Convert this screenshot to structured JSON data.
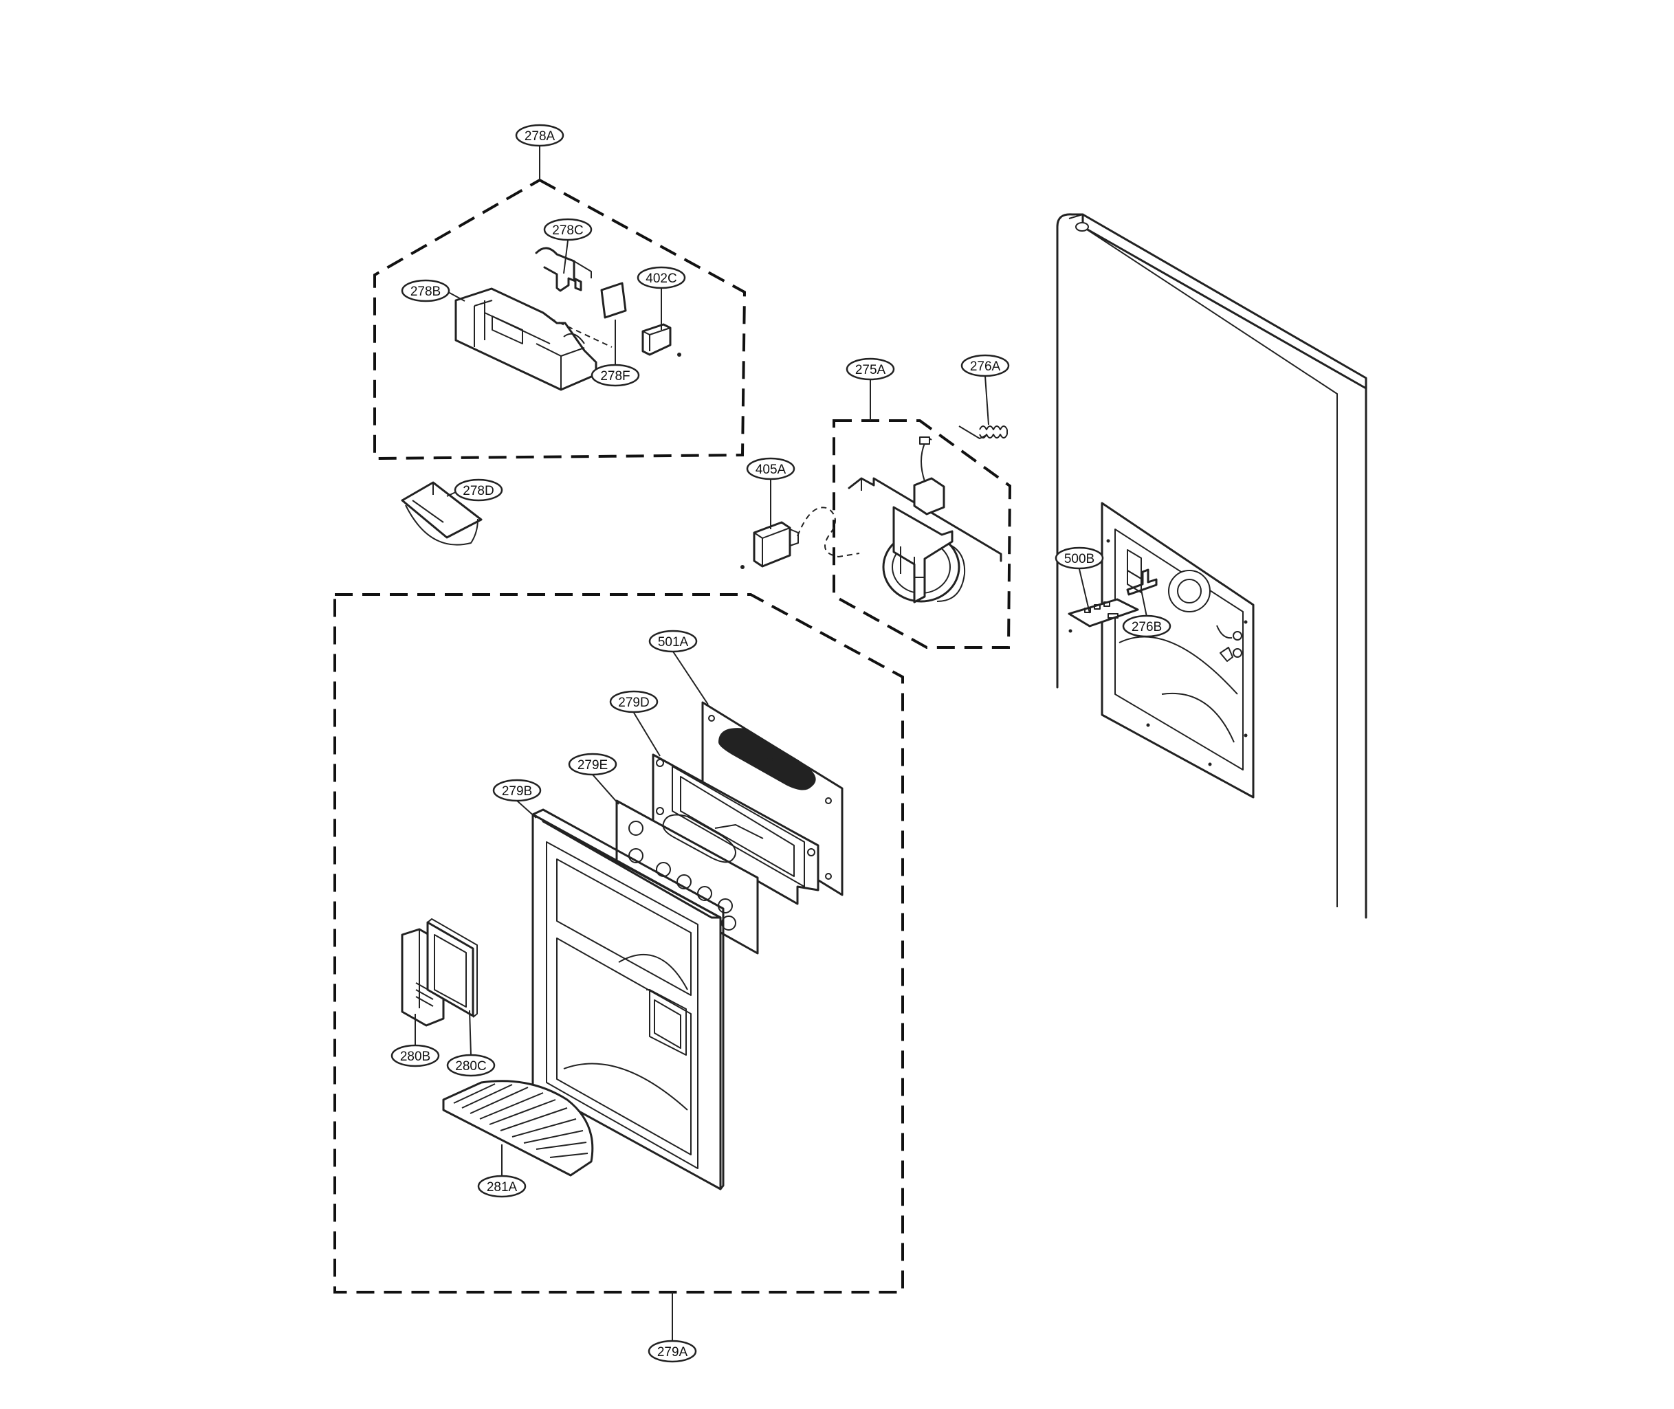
{
  "labels": {
    "l278A": "278A",
    "l278C": "278C",
    "l278B": "278B",
    "l402C": "402C",
    "l278F": "278F",
    "l278D": "278D",
    "l275A": "275A",
    "l276A": "276A",
    "l405A": "405A",
    "l500B": "500B",
    "l276B": "276B",
    "l501A": "501A",
    "l279D": "279D",
    "l279E": "279E",
    "l279B": "279B",
    "l280B": "280B",
    "l280C": "280C",
    "l281A": "281A",
    "l279A": "279A"
  }
}
